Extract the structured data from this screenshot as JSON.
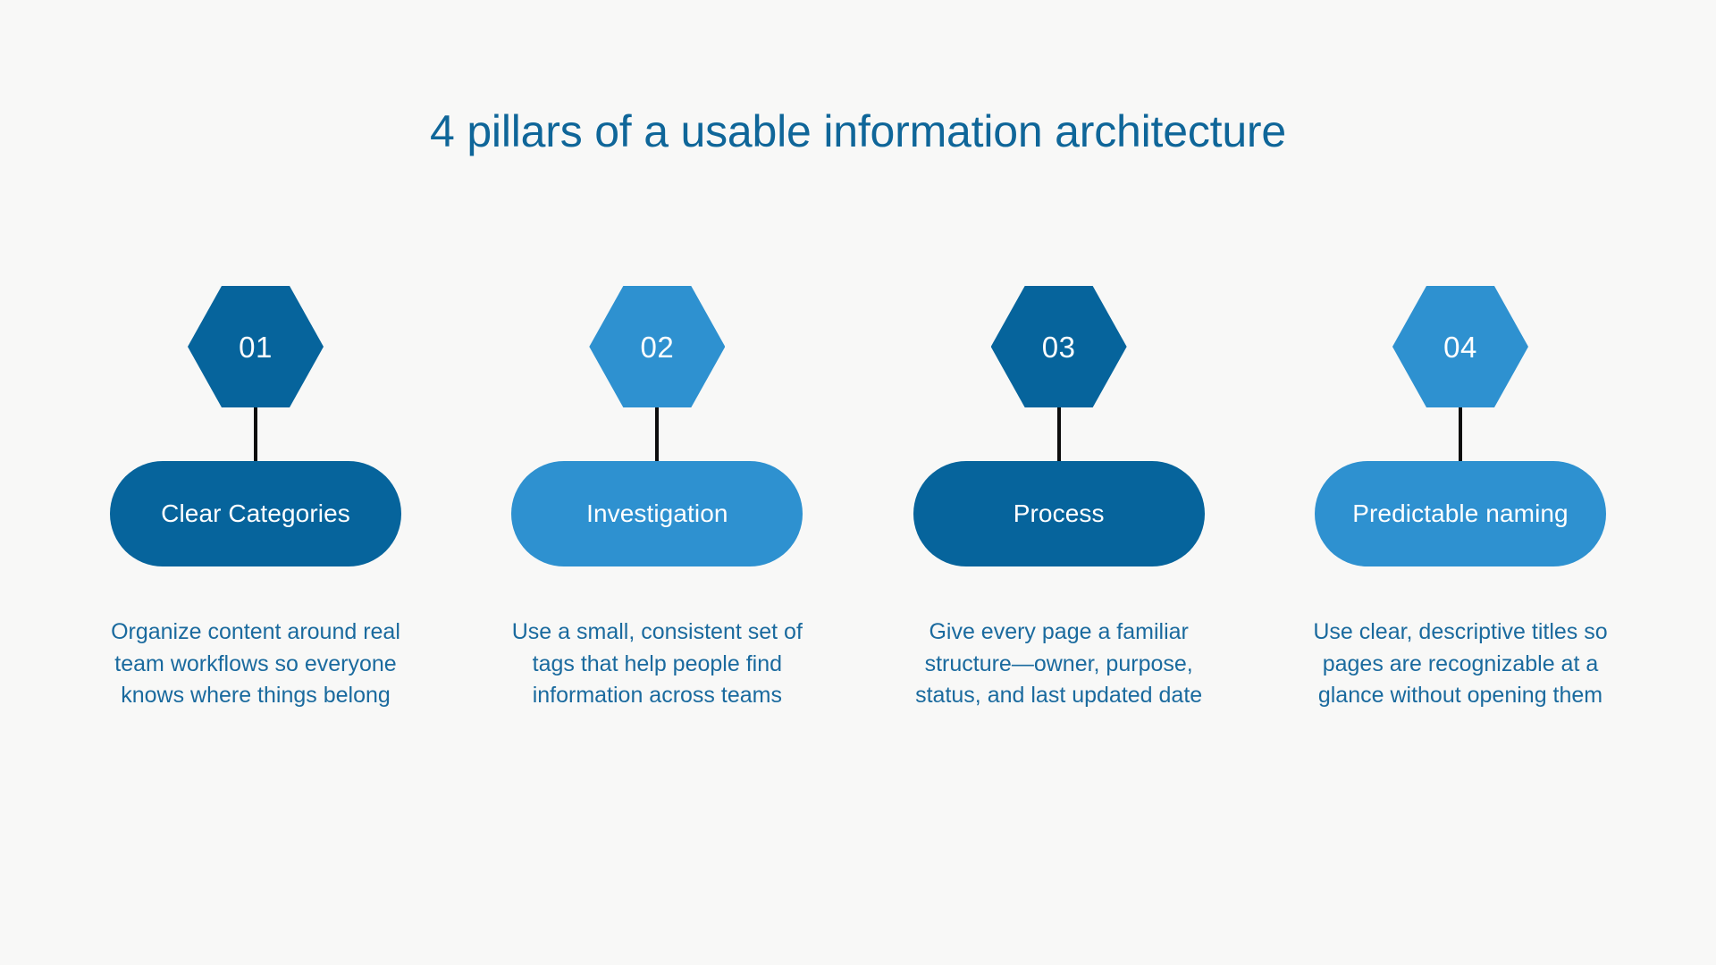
{
  "header": {
    "title": "4 pillars of a usable information architecture"
  },
  "colors": {
    "background": "#f8f8f7",
    "title_text": "#0f6699",
    "dark_blue": "#06649c",
    "light_blue": "#2e91d0",
    "connector": "#0d0d0d",
    "description_text": "#1a6a9e",
    "label_text": "#ffffff"
  },
  "pillars": [
    {
      "number": "01",
      "label": "Clear Categories",
      "description": "Organize content around real team workflows so everyone knows where things belong",
      "shade": "dark"
    },
    {
      "number": "02",
      "label": "Investigation",
      "description": "Use a small, consistent set of tags that help people find information across teams",
      "shade": "light"
    },
    {
      "number": "03",
      "label": "Process",
      "description": "Give every page a familiar structure—owner, purpose, status, and last updated date",
      "shade": "dark"
    },
    {
      "number": "04",
      "label": "Predictable naming",
      "description": "Use clear, descriptive titles so pages are recognizable at a glance without opening them",
      "shade": "light"
    }
  ]
}
